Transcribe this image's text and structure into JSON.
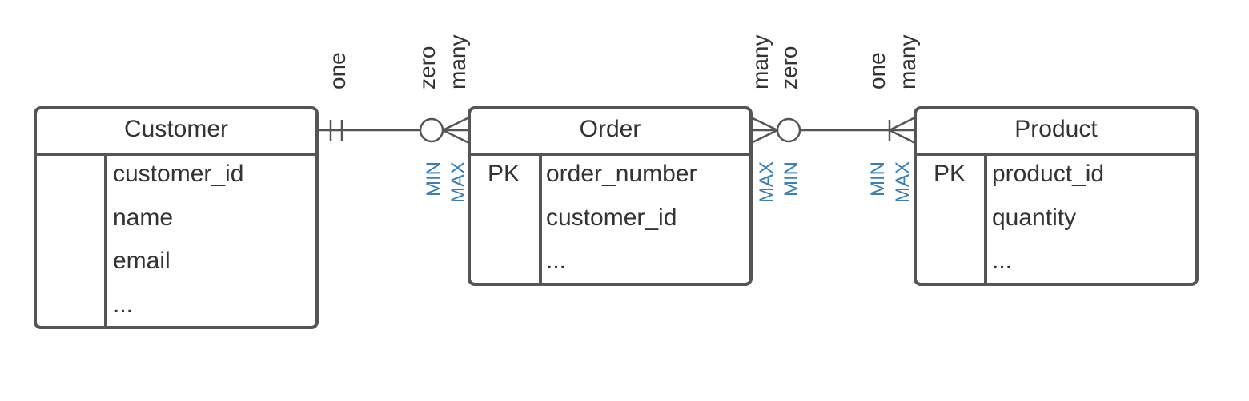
{
  "entities": {
    "customer": {
      "title": "Customer",
      "rows": [
        {
          "key": "",
          "attr": "customer_id"
        },
        {
          "key": "",
          "attr": "name"
        },
        {
          "key": "",
          "attr": "email"
        },
        {
          "key": "",
          "attr": "..."
        }
      ]
    },
    "order": {
      "title": "Order",
      "rows": [
        {
          "key": "PK",
          "attr": "order_number"
        },
        {
          "key": "",
          "attr": "customer_id"
        },
        {
          "key": "",
          "attr": "..."
        }
      ]
    },
    "product": {
      "title": "Product",
      "rows": [
        {
          "key": "PK",
          "attr": "product_id"
        },
        {
          "key": "",
          "attr": "quantity"
        },
        {
          "key": "",
          "attr": "..."
        }
      ]
    }
  },
  "relationships": {
    "customer_order": {
      "left_label": "one",
      "right_label_1": "zero",
      "right_label_2": "many",
      "min_label": "MIN",
      "max_label": "MAX"
    },
    "order_product": {
      "left_label_1": "many",
      "left_label_2": "zero",
      "right_label_1": "one",
      "right_label_2": "many",
      "left_max_label": "MAX",
      "left_min_label": "MIN",
      "right_min_label": "MIN",
      "right_max_label": "MAX"
    }
  }
}
